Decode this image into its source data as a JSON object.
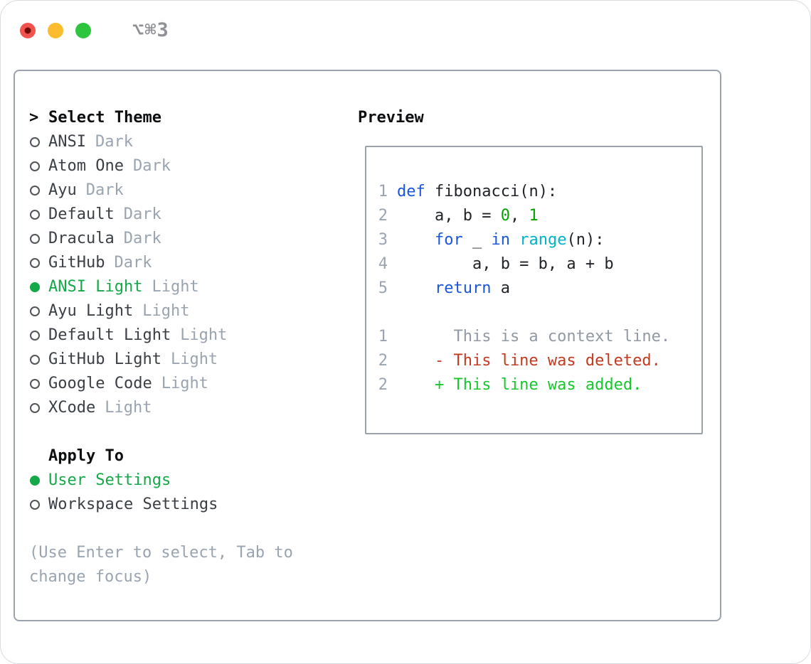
{
  "titlebar": {
    "shortcut_label": "⌥⌘3",
    "lights": [
      "close",
      "minimize",
      "zoom"
    ]
  },
  "colors": {
    "accent_green": "#15a848",
    "keyword_blue": "#1a56db",
    "function_cyan": "#00b3c8",
    "number_green": "#00a400",
    "deleted_red": "#c43a1e",
    "added_green": "#17c82c",
    "muted_gray": "#9aa4b0",
    "border_gray": "#9aa3ad",
    "traffic_red": "#f2544d",
    "traffic_yellow": "#fbbc2e",
    "traffic_green": "#2ec53e"
  },
  "theme_panel": {
    "header_prefix": ">",
    "header": "Select Theme",
    "themes": [
      {
        "name": "ANSI",
        "suffix": "Dark",
        "selected": false
      },
      {
        "name": "Atom One",
        "suffix": "Dark",
        "selected": false
      },
      {
        "name": "Ayu",
        "suffix": "Dark",
        "selected": false
      },
      {
        "name": "Default",
        "suffix": "Dark",
        "selected": false
      },
      {
        "name": "Dracula",
        "suffix": "Dark",
        "selected": false
      },
      {
        "name": "GitHub",
        "suffix": "Dark",
        "selected": false
      },
      {
        "name": "ANSI Light",
        "suffix": "Light",
        "selected": true
      },
      {
        "name": "Ayu Light",
        "suffix": "Light",
        "selected": false
      },
      {
        "name": "Default Light",
        "suffix": "Light",
        "selected": false
      },
      {
        "name": "GitHub Light",
        "suffix": "Light",
        "selected": false
      },
      {
        "name": "Google Code",
        "suffix": "Light",
        "selected": false
      },
      {
        "name": "XCode",
        "suffix": "Light",
        "selected": false
      }
    ],
    "apply_header": "Apply To",
    "apply_options": [
      {
        "name": "User Settings",
        "selected": true
      },
      {
        "name": "Workspace Settings",
        "selected": false
      }
    ],
    "hint": "(Use Enter to select, Tab to change focus)"
  },
  "preview": {
    "header": "Preview",
    "lines": [
      {
        "num": "1",
        "segments": [
          {
            "text": "def",
            "style": "kw"
          },
          {
            "text": " fibonacci(n):",
            "style": "fg"
          }
        ]
      },
      {
        "num": "2",
        "segments": [
          {
            "text": "    a, b = ",
            "style": "fg"
          },
          {
            "text": "0",
            "style": "num"
          },
          {
            "text": ", ",
            "style": "fg"
          },
          {
            "text": "1",
            "style": "num"
          }
        ]
      },
      {
        "num": "3",
        "segments": [
          {
            "text": "    ",
            "style": "fg"
          },
          {
            "text": "for",
            "style": "kw"
          },
          {
            "text": " _ ",
            "style": "fg"
          },
          {
            "text": "in",
            "style": "kw"
          },
          {
            "text": " ",
            "style": "fg"
          },
          {
            "text": "range",
            "style": "fn"
          },
          {
            "text": "(n):",
            "style": "fg"
          }
        ]
      },
      {
        "num": "4",
        "segments": [
          {
            "text": "        a, b = b, a + b",
            "style": "fg"
          }
        ]
      },
      {
        "num": "5",
        "segments": [
          {
            "text": "    ",
            "style": "fg"
          },
          {
            "text": "return",
            "style": "kw"
          },
          {
            "text": " a",
            "style": "fg"
          }
        ]
      },
      {
        "num": "",
        "segments": []
      },
      {
        "num": "1",
        "segments": [
          {
            "text": "      This is a context line.",
            "style": "ctx"
          }
        ]
      },
      {
        "num": "2",
        "segments": [
          {
            "text": "    - This line was deleted.",
            "style": "del"
          }
        ]
      },
      {
        "num": "2",
        "segments": [
          {
            "text": "    + This line was added.",
            "style": "add"
          }
        ]
      }
    ]
  }
}
